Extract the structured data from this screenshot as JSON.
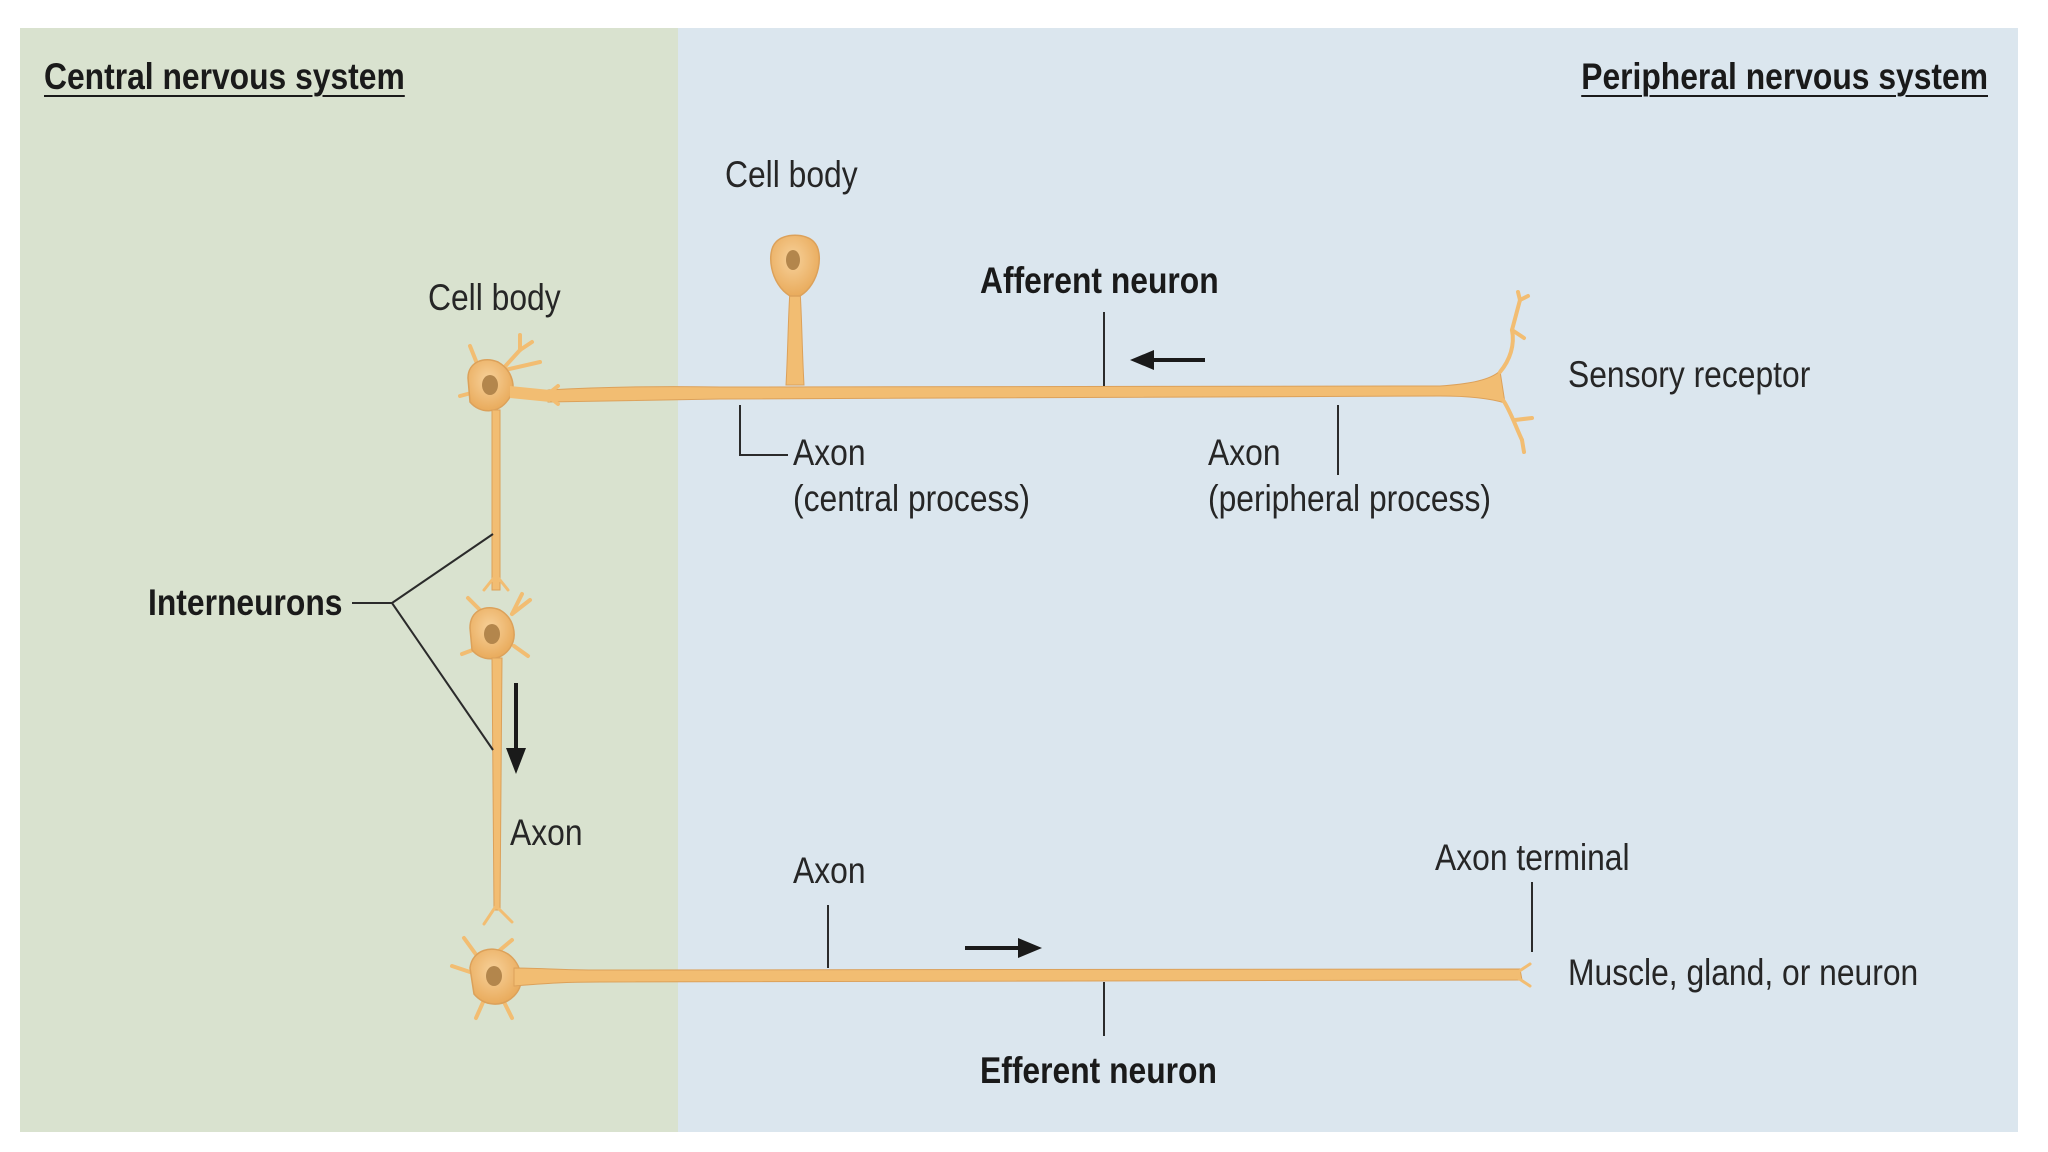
{
  "regions": {
    "central": {
      "title": "Central nervous system",
      "color": "#d9e2cf"
    },
    "peripheral": {
      "title": "Peripheral nervous system",
      "color": "#dbe6ee"
    }
  },
  "labels": {
    "cell_body_afferent": "Cell body",
    "cell_body_interneuron": "Cell body",
    "afferent_neuron": "Afferent neuron",
    "sensory_receptor": "Sensory receptor",
    "axon_central_process": [
      "Axon",
      "(central process)"
    ],
    "axon_peripheral_process": [
      "Axon",
      "(peripheral process)"
    ],
    "interneurons": "Interneurons",
    "axon_interneuron": "Axon",
    "axon_efferent": "Axon",
    "axon_terminal": "Axon terminal",
    "muscle_gland_neuron": "Muscle, gland, or neuron",
    "efferent_neuron": "Efferent neuron"
  },
  "colors": {
    "neuron": "#f2bd72",
    "neuron_edge": "#dca15a",
    "nucleus": "#b3864c",
    "leader_line": "#2b2b2b",
    "arrow": "#1a1a1a"
  }
}
